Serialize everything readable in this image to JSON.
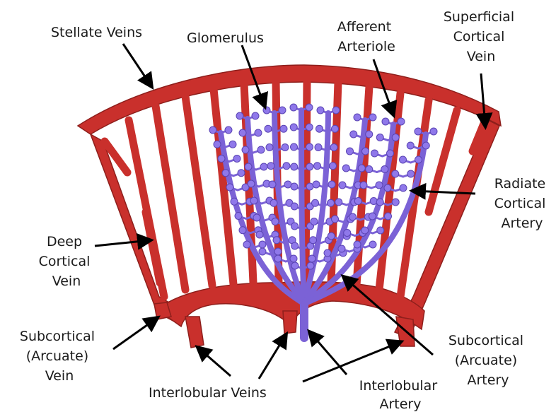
{
  "labels": {
    "stellate_veins": "Stellate Veins",
    "glomerulus": "Glomerulus",
    "afferent_arteriole": [
      "Afferent",
      "Arteriole"
    ],
    "superficial_cortical_vein": [
      "Superficial",
      "Cortical",
      "Vein"
    ],
    "radiate_cortical_artery": [
      "Radiate",
      "Cortical",
      "Artery"
    ],
    "deep_cortical_vein": [
      "Deep",
      "Cortical",
      "Vein"
    ],
    "subcortical_arcuate_vein": [
      "Subcortical",
      "(Arcuate)",
      "Vein"
    ],
    "subcortical_arcuate_artery": [
      "Subcortical",
      "(Arcuate)",
      "Artery"
    ],
    "interlobular_veins": "Interlobular Veins",
    "interlobular_artery": [
      "Interlobular",
      "Artery"
    ]
  },
  "colors": {
    "vein": "#c9302c",
    "artery": "#7b62d6",
    "glomerulus": "#8f78ea",
    "arrow": "#000000"
  }
}
